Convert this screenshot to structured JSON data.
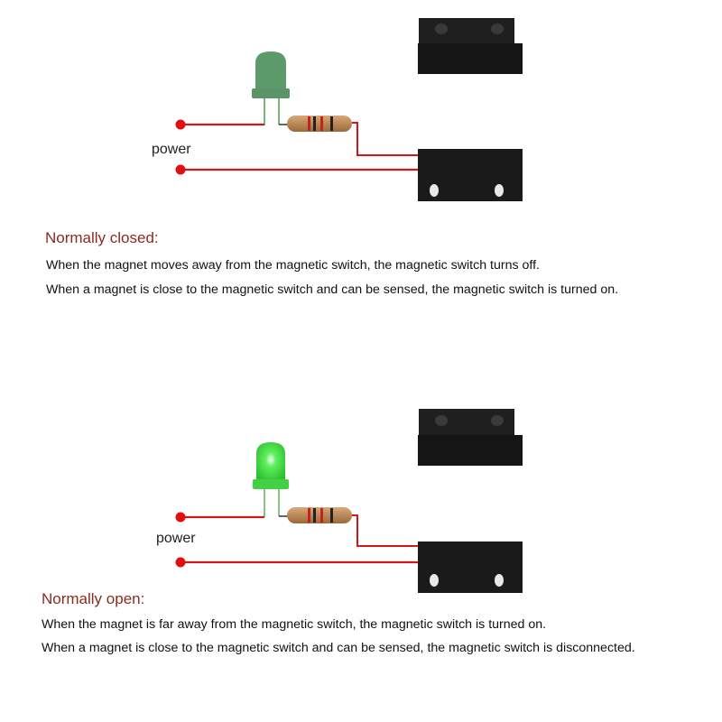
{
  "diagrams": [
    {
      "power_label": "power",
      "led_state": "off",
      "led_color": "#5c9a6a",
      "heading": "Normally closed:",
      "lines": [
        "When the magnet moves away from the magnetic switch, the magnetic switch turns off.",
        "When a magnet is close to the magnetic switch and can be sensed, the magnetic switch is turned on."
      ]
    },
    {
      "power_label": "power",
      "led_state": "on",
      "led_color": "#3fdc3f",
      "heading": "Normally open:",
      "lines": [
        "When the magnet is far away from the magnetic switch, the magnetic switch is turned on.",
        "When a magnet is close to the magnetic switch and can be sensed, the magnetic switch is disconnected."
      ]
    }
  ],
  "colors": {
    "wire": "#d01818",
    "heading": "#8a2b1f",
    "switch_body": "#1c1c1c"
  }
}
